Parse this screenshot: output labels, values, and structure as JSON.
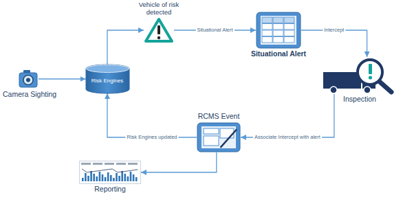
{
  "diagram": {
    "nodes": [
      {
        "text": [
          "Camera Sighting"
        ]
      },
      {
        "text": [
          "Risk Engines"
        ]
      },
      {
        "text": [
          "Vehicle of risk detected"
        ]
      },
      {
        "text": [
          "Situational Alert"
        ]
      },
      {
        "text": [
          "Inspection"
        ]
      },
      {
        "text": [
          "RCMS Event"
        ]
      },
      {
        "text": [
          "Reporting"
        ]
      }
    ],
    "edges": [
      {
        "from": 0,
        "to": 1,
        "arrow": "to"
      },
      {
        "from": 1,
        "to": 2,
        "arrow": "to"
      },
      {
        "from": 2,
        "to": 3,
        "label": "Situational Alert",
        "arrow": "to"
      },
      {
        "from": 3,
        "to": 4,
        "label": "Intercept",
        "arrow": "to"
      },
      {
        "from": 4,
        "to": 5,
        "label": "Associate Intercept with alert",
        "arrow": "to"
      },
      {
        "from": 5,
        "to": 1,
        "label": "Risk Engines updated",
        "arrow": "to"
      },
      {
        "from": 5,
        "to": 6,
        "arrow": "to"
      }
    ]
  }
}
